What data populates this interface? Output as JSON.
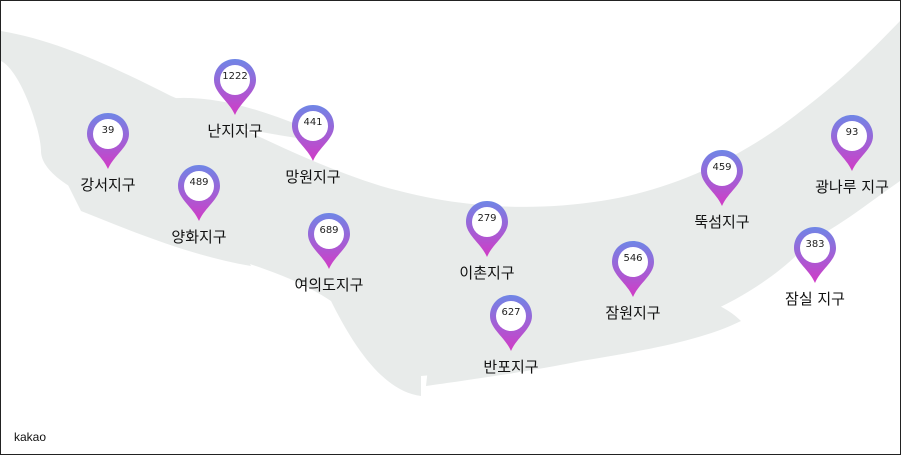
{
  "map": {
    "brand": "kakao",
    "colors": {
      "river": "#e8ebea",
      "pin_ring_top": "#6f86e6",
      "pin_ring_bottom": "#d23bc6",
      "pin_fill": "#ffffff",
      "label_text": "#111111"
    },
    "pin_icon": "map-marker-icon",
    "districts": [
      {
        "id": "gangseo",
        "name": "강서지구",
        "count": "39"
      },
      {
        "id": "nanji",
        "name": "난지지구",
        "count": "1222"
      },
      {
        "id": "mangwon",
        "name": "망원지구",
        "count": "441"
      },
      {
        "id": "yanghwa",
        "name": "양화지구",
        "count": "489"
      },
      {
        "id": "yeouido",
        "name": "여의도지구",
        "count": "689"
      },
      {
        "id": "ichon",
        "name": "이촌지구",
        "count": "279"
      },
      {
        "id": "banpo",
        "name": "반포지구",
        "count": "627"
      },
      {
        "id": "jamwon",
        "name": "잠원지구",
        "count": "546"
      },
      {
        "id": "ttukseom",
        "name": "뚝섬지구",
        "count": "459"
      },
      {
        "id": "gwangnaru",
        "name": "광나루 지구",
        "count": "93"
      },
      {
        "id": "jamsil",
        "name": "잠실 지구",
        "count": "383"
      }
    ]
  }
}
